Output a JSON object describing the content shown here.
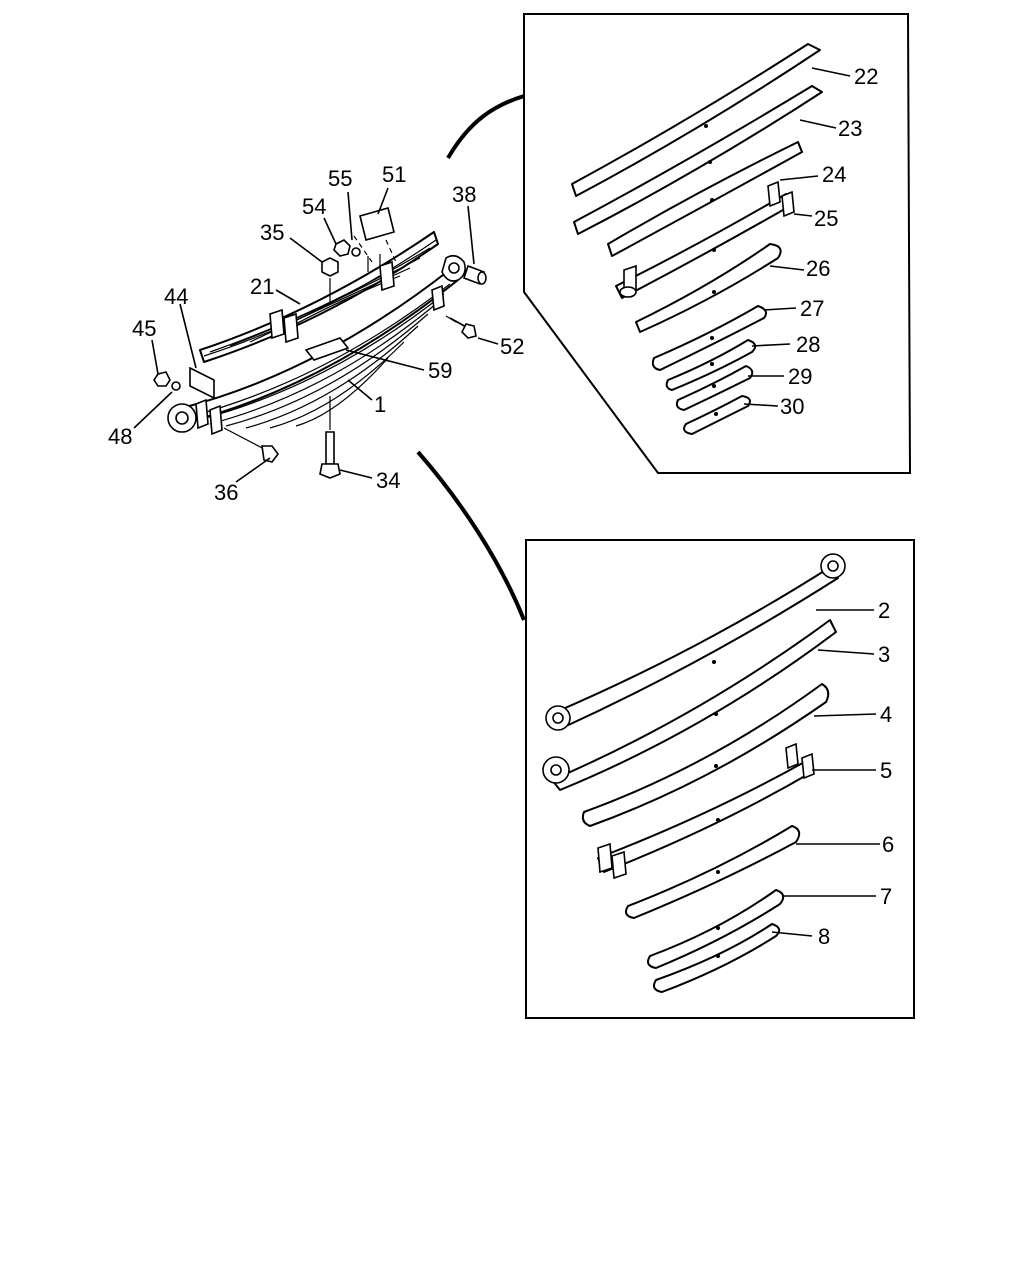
{
  "callouts_main": [
    {
      "id": "label-55",
      "text": "55"
    },
    {
      "id": "label-51",
      "text": "51"
    },
    {
      "id": "label-38",
      "text": "38"
    },
    {
      "id": "label-54",
      "text": "54"
    },
    {
      "id": "label-35",
      "text": "35"
    },
    {
      "id": "label-21",
      "text": "21"
    },
    {
      "id": "label-44",
      "text": "44"
    },
    {
      "id": "label-45",
      "text": "45"
    },
    {
      "id": "label-52",
      "text": "52"
    },
    {
      "id": "label-59",
      "text": "59"
    },
    {
      "id": "label-1",
      "text": "1"
    },
    {
      "id": "label-48",
      "text": "48"
    },
    {
      "id": "label-36",
      "text": "36"
    },
    {
      "id": "label-34",
      "text": "34"
    }
  ],
  "callouts_upper_panel": [
    {
      "id": "label-22",
      "text": "22"
    },
    {
      "id": "label-23",
      "text": "23"
    },
    {
      "id": "label-24",
      "text": "24"
    },
    {
      "id": "label-25",
      "text": "25"
    },
    {
      "id": "label-26",
      "text": "26"
    },
    {
      "id": "label-27",
      "text": "27"
    },
    {
      "id": "label-28",
      "text": "28"
    },
    {
      "id": "label-29",
      "text": "29"
    },
    {
      "id": "label-30",
      "text": "30"
    }
  ],
  "callouts_lower_panel": [
    {
      "id": "label-2",
      "text": "2"
    },
    {
      "id": "label-3",
      "text": "3"
    },
    {
      "id": "label-4",
      "text": "4"
    },
    {
      "id": "label-5",
      "text": "5"
    },
    {
      "id": "label-6",
      "text": "6"
    },
    {
      "id": "label-7",
      "text": "7"
    },
    {
      "id": "label-8",
      "text": "8"
    }
  ]
}
